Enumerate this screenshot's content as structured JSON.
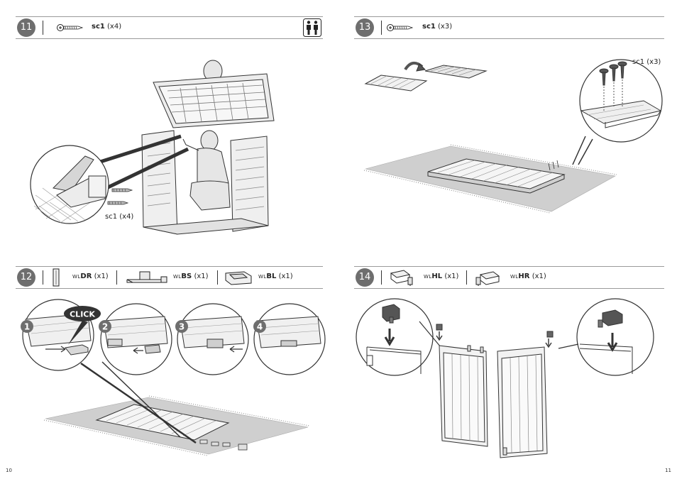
{
  "steps": [
    {
      "number": "11",
      "parts": [
        {
          "code": "sc1",
          "qty": "(x4)"
        }
      ],
      "callout": "sc1 (x4)"
    },
    {
      "number": "12",
      "parts": [
        {
          "prefix": "WL",
          "code": "DR",
          "qty": "(x1)"
        },
        {
          "prefix": "WL",
          "code": "BS",
          "qty": "(x1)"
        },
        {
          "prefix": "WL",
          "code": "BL",
          "qty": "(x1)"
        }
      ],
      "click_label": "CLICK",
      "substeps": [
        "1",
        "2",
        "3",
        "4"
      ]
    },
    {
      "number": "13",
      "parts": [
        {
          "code": "sc1",
          "qty": "(x3)"
        }
      ],
      "callout": "sc1 (x3)"
    },
    {
      "number": "14",
      "parts": [
        {
          "prefix": "WL",
          "code": "HL",
          "qty": "(x1)"
        },
        {
          "prefix": "WL",
          "code": "HR",
          "qty": "(x1)"
        }
      ]
    }
  ],
  "page_numbers": {
    "left": "10",
    "right": "11"
  },
  "icons": [
    "screw-icon",
    "two-person-icon",
    "door-rod-icon",
    "bar-support-icon",
    "bar-lock-icon",
    "hinge-left-icon",
    "hinge-right-icon"
  ],
  "colors": {
    "step_badge": "#6e6e6e",
    "line": "#222222",
    "rug": "#cfcfcf"
  }
}
